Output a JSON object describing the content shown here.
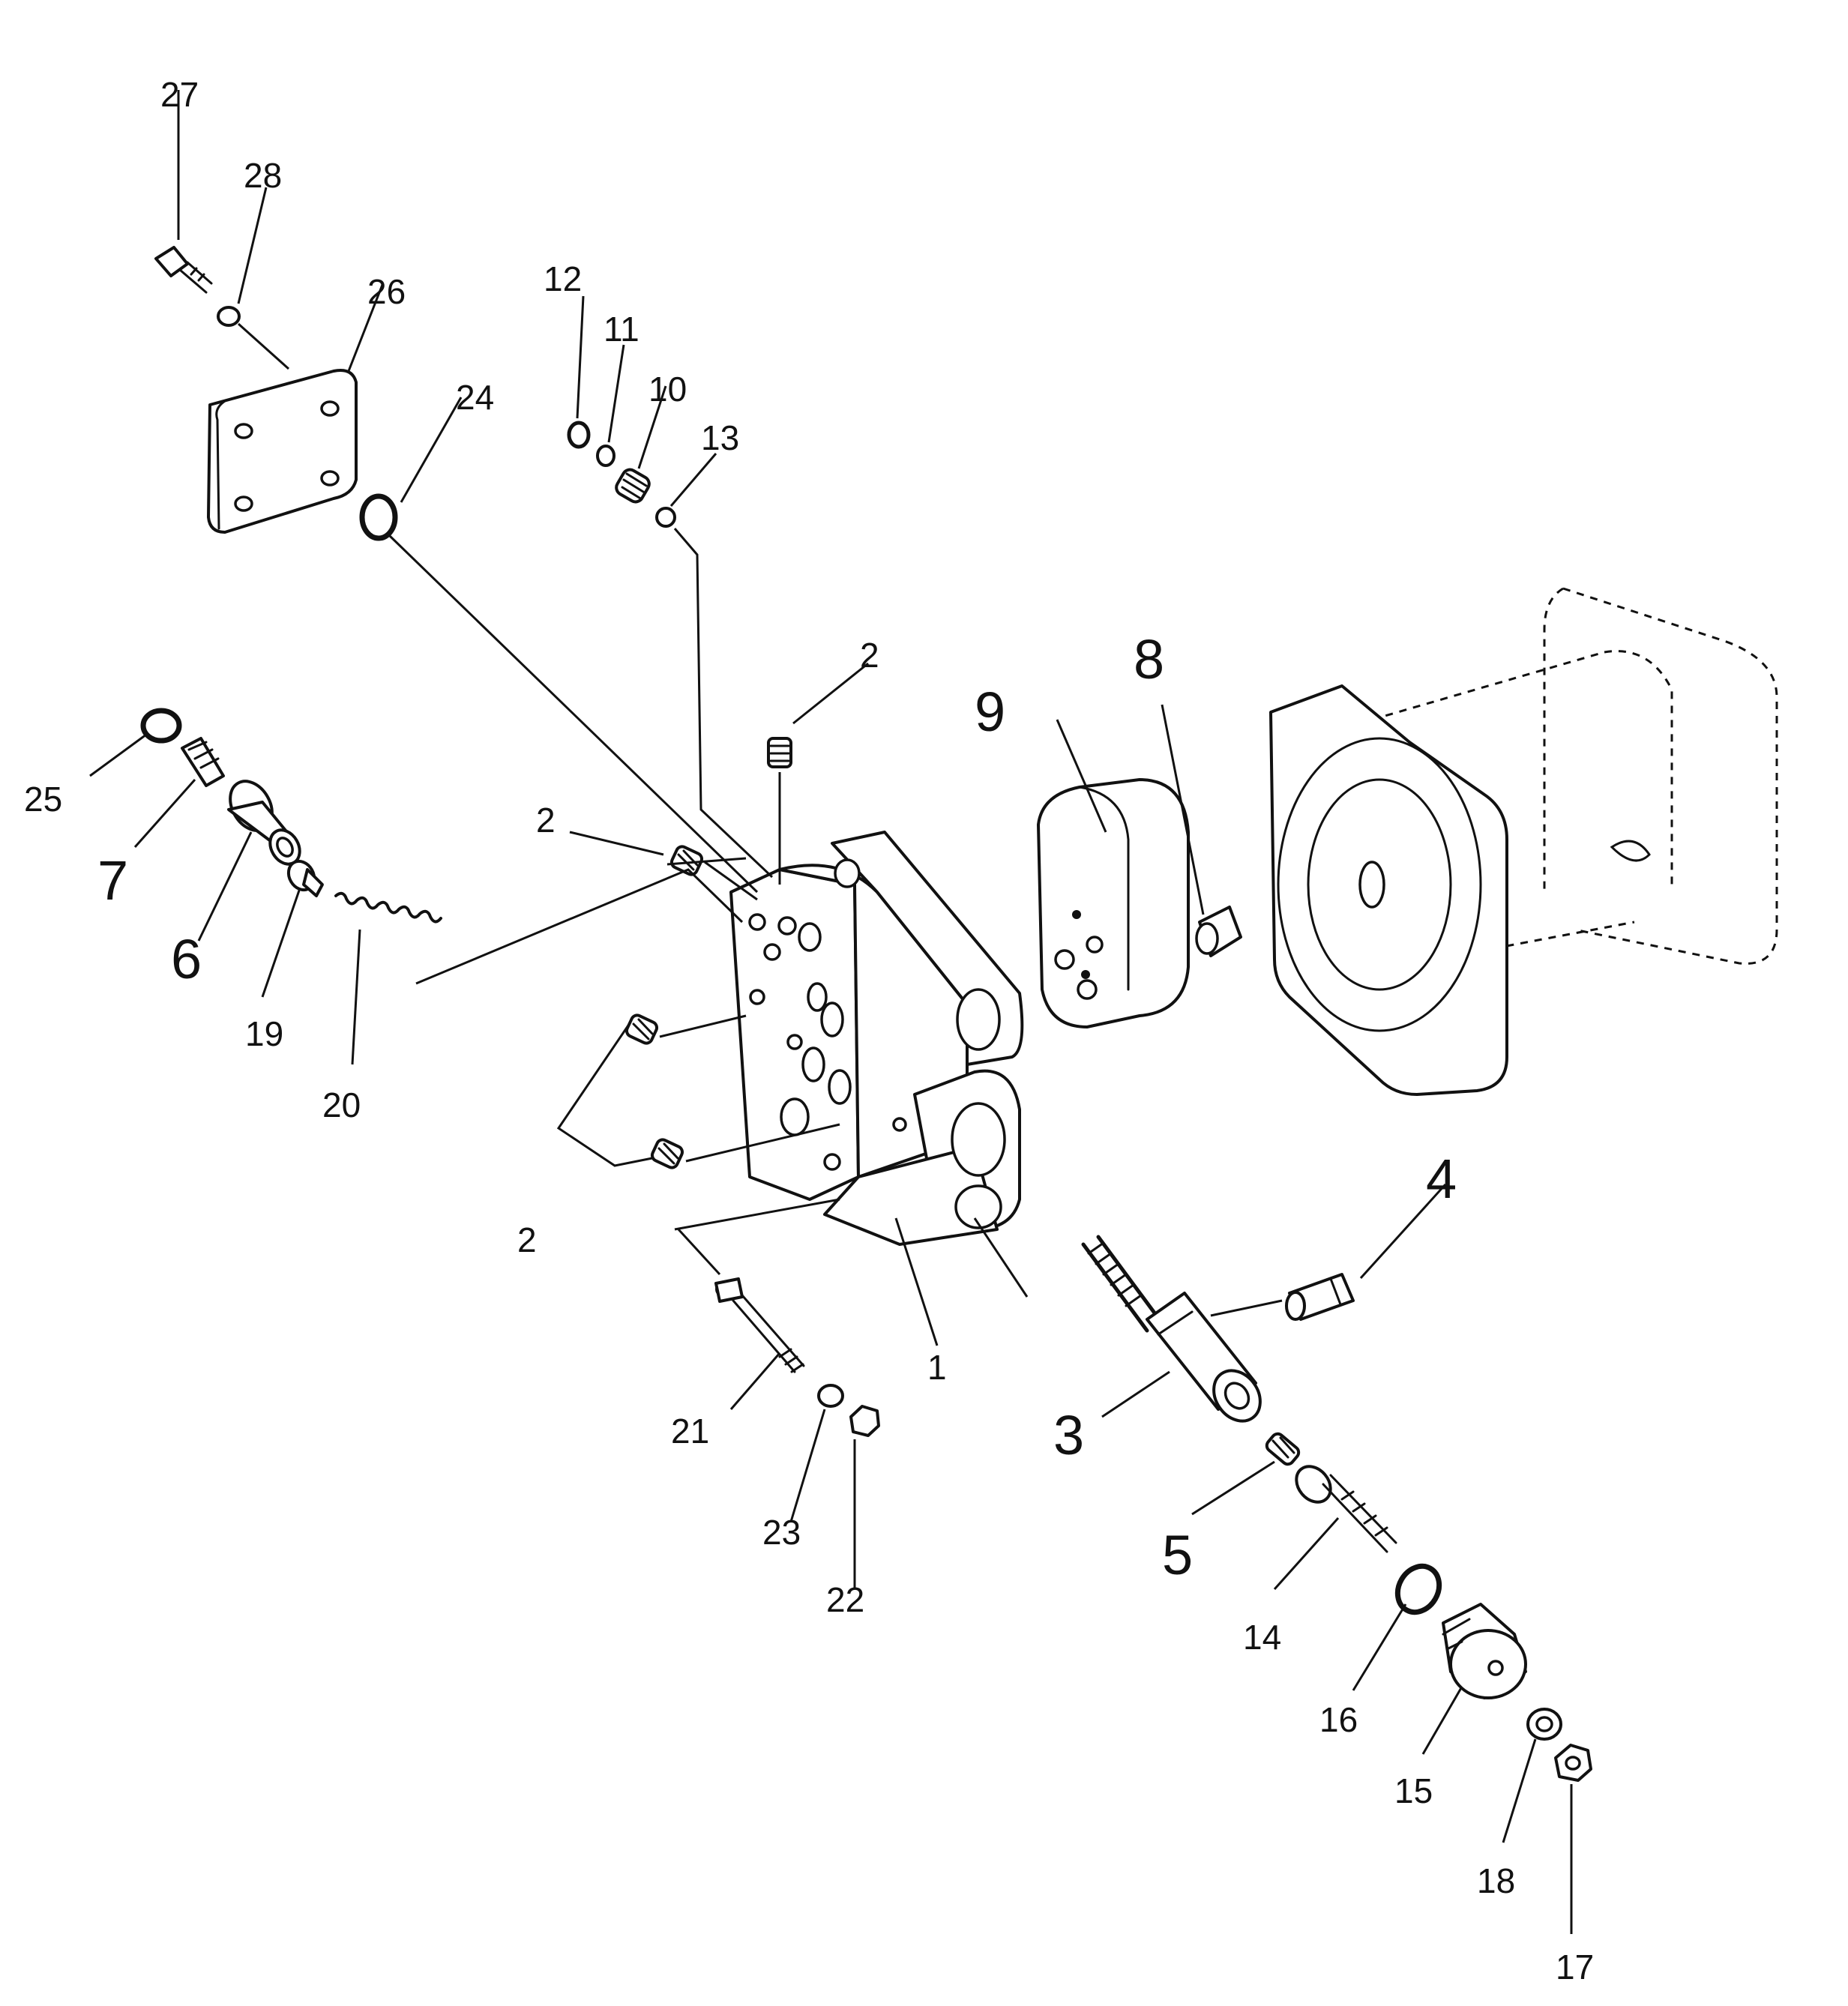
{
  "labels": {
    "p1": "1",
    "p2a": "2",
    "p2b": "2",
    "p2c": "2",
    "p3": "3",
    "p4": "4",
    "p5": "5",
    "p6": "6",
    "p7": "7",
    "p8": "8",
    "p9": "9",
    "p10": "10",
    "p11": "11",
    "p12": "12",
    "p13": "13",
    "p14": "14",
    "p15": "15",
    "p16": "16",
    "p17": "17",
    "p18": "18",
    "p19": "19",
    "p20": "20",
    "p21": "21",
    "p22": "22",
    "p23": "23",
    "p24": "24",
    "p25": "25",
    "p26": "26",
    "p27": "27",
    "p28": "28"
  }
}
